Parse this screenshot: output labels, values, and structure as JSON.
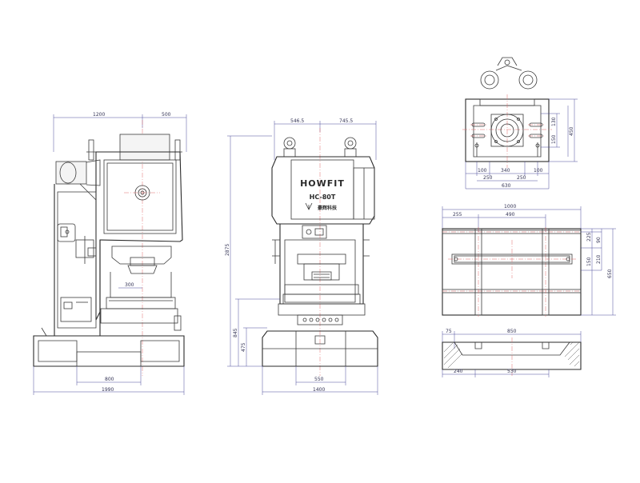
{
  "colors": {
    "line": "#3a3a3a",
    "dimension": "#4a4a9a",
    "centerline": "#e06a6a"
  },
  "side_view": {
    "dims": {
      "top_total": "1200",
      "top_right": "500",
      "bore": "300",
      "base_inner": "800",
      "base_total": "1990"
    }
  },
  "front_view": {
    "brand": "HOWFIT",
    "model": "HC-80T",
    "company": "豪辉科技",
    "dims": {
      "top_left": "546.5",
      "top_right": "745.5",
      "height_total": "2875",
      "height_mid": "845",
      "height_low": "475",
      "base_inner": "550",
      "base_total": "1400"
    }
  },
  "top_view": {
    "dims": {
      "d100a": "100",
      "d340": "340",
      "d100b": "100",
      "d250a": "250",
      "d250b": "250",
      "d630": "630",
      "d130": "130",
      "d150": "150",
      "d450": "450"
    }
  },
  "bolster_plan": {
    "dims": {
      "total": "1000",
      "left": "255",
      "mid": "490",
      "r225": "225",
      "r90": "90",
      "r150": "150",
      "r210": "210",
      "r650": "650"
    }
  },
  "bolster_section": {
    "dims": {
      "t75": "75",
      "t850": "850",
      "b240": "240",
      "b530": "530"
    }
  }
}
